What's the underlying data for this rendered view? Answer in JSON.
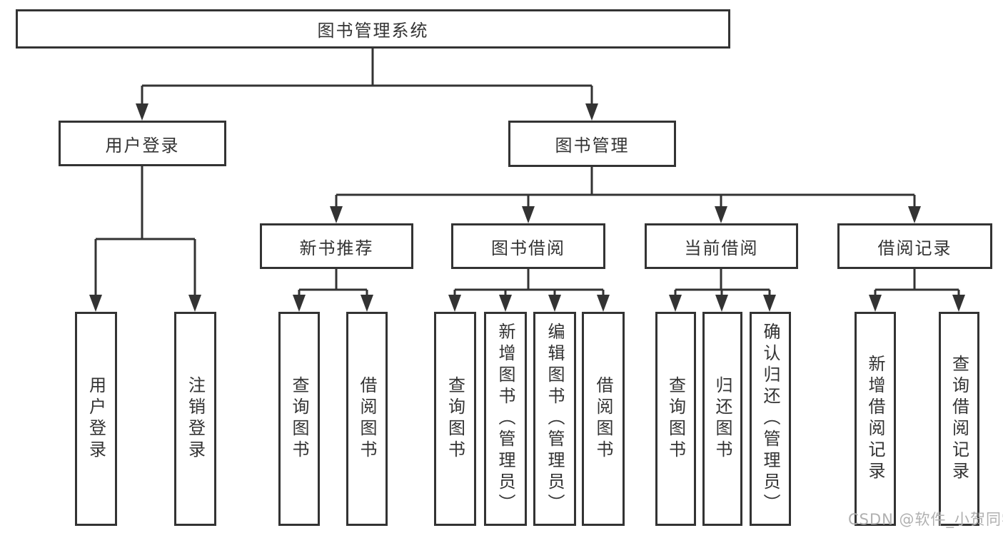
{
  "diagram": {
    "root": {
      "label": "图书管理系统"
    },
    "level2": [
      {
        "label": "用户登录"
      },
      {
        "label": "图书管理"
      }
    ],
    "level3": [
      {
        "label": "新书推荐"
      },
      {
        "label": "图书借阅"
      },
      {
        "label": "当前借阅"
      },
      {
        "label": "借阅记录"
      }
    ],
    "groups": [
      {
        "parent": "用户登录",
        "children": [
          "用户登录",
          "注销登录"
        ]
      },
      {
        "parent": "新书推荐",
        "children": [
          "查询图书",
          "借阅图书"
        ]
      },
      {
        "parent": "图书借阅",
        "children": [
          "查询图书",
          "新增图书（管理员）",
          "编辑图书（管理员）",
          "借阅图书"
        ]
      },
      {
        "parent": "当前借阅",
        "children": [
          "查询图书",
          "归还图书",
          "确认归还（管理员）"
        ]
      },
      {
        "parent": "借阅记录",
        "children": [
          "新增借阅记录",
          "查询借阅记录"
        ]
      }
    ],
    "watermark": "CSDN @软件_小贺同学",
    "line_color": "#333333"
  }
}
